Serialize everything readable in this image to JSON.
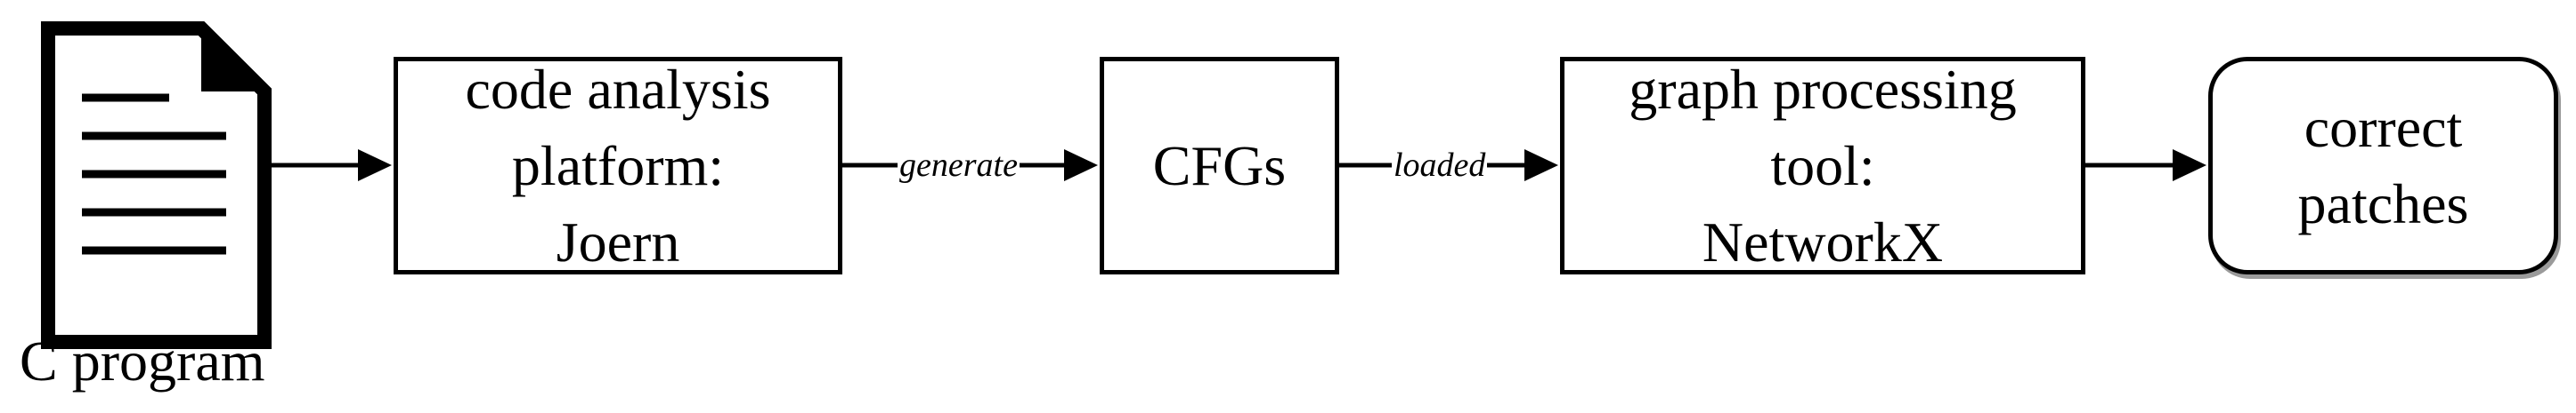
{
  "source": {
    "icon": "document-icon",
    "caption": "C program"
  },
  "nodes": [
    {
      "id": "joern",
      "lines": [
        "code analysis",
        "platform:",
        "Joern"
      ]
    },
    {
      "id": "cfgs",
      "lines": [
        "CFGs"
      ]
    },
    {
      "id": "networkx",
      "lines": [
        "graph processing",
        "tool:",
        "NetworkX"
      ]
    },
    {
      "id": "patches",
      "lines": [
        "correct",
        "patches"
      ]
    }
  ],
  "edges": [
    {
      "from": "c-program",
      "to": "joern",
      "label": ""
    },
    {
      "from": "joern",
      "to": "cfgs",
      "label": "generate"
    },
    {
      "from": "cfgs",
      "to": "networkx",
      "label": "loaded"
    },
    {
      "from": "networkx",
      "to": "patches",
      "label": ""
    }
  ]
}
